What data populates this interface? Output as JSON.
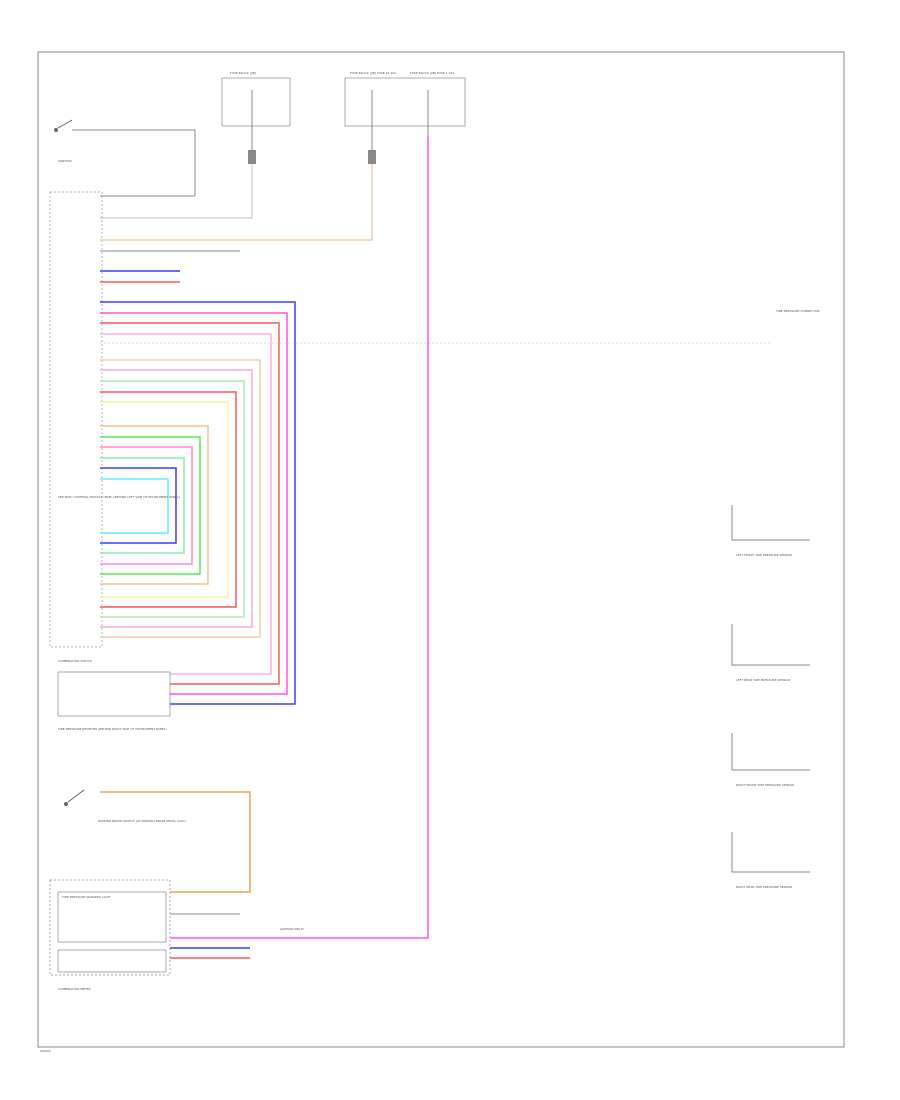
{
  "footer_code": "W0000",
  "modules": {
    "bcm": "SEE BODY CONTROL MODULE (BCM) (BEHIND LEFT SIDE OF INSTRUMENT PANEL)",
    "combination_switch": "COMBINATION SWITCH",
    "tpms_receiver": "TIRE PRESSURE RECEIVER (BEHIND RIGHT SIDE OF INSTRUMENT PANEL)",
    "parking_brake_switch": "PARKING BRAKE SWITCH (AT PARKING BRAKE PEDAL ASSY)",
    "combination_meter": "COMBINATION METER",
    "warning_light": "TIRE PRESSURE WARNING LIGHT",
    "ignition_relay": "IGNITION RELAY",
    "tpms_connector": "TIRE PRESSURE CONNECTOR"
  },
  "sensors": [
    "LEFT FRONT TIRE PRESSURE SENSOR",
    "LEFT REAR TIRE PRESSURE SENSOR",
    "RIGHT FRONT TIRE PRESSURE SENSOR",
    "RIGHT REAR TIRE PRESSURE SENSOR"
  ],
  "fuse_boxes": [
    "FUSE BLOCK (J/B)",
    "FUSE BLOCK (J/B) FUSE 14 10A",
    "FUSE BLOCK (J/B) FUSE 1 10A"
  ],
  "colors": {
    "wire_blue": "#3b3bf5",
    "wire_pink": "#ff55dd",
    "wire_orange": "#f5a055",
    "wire_red": "#f55a5a",
    "wire_tan": "#e8d4a8"
  }
}
